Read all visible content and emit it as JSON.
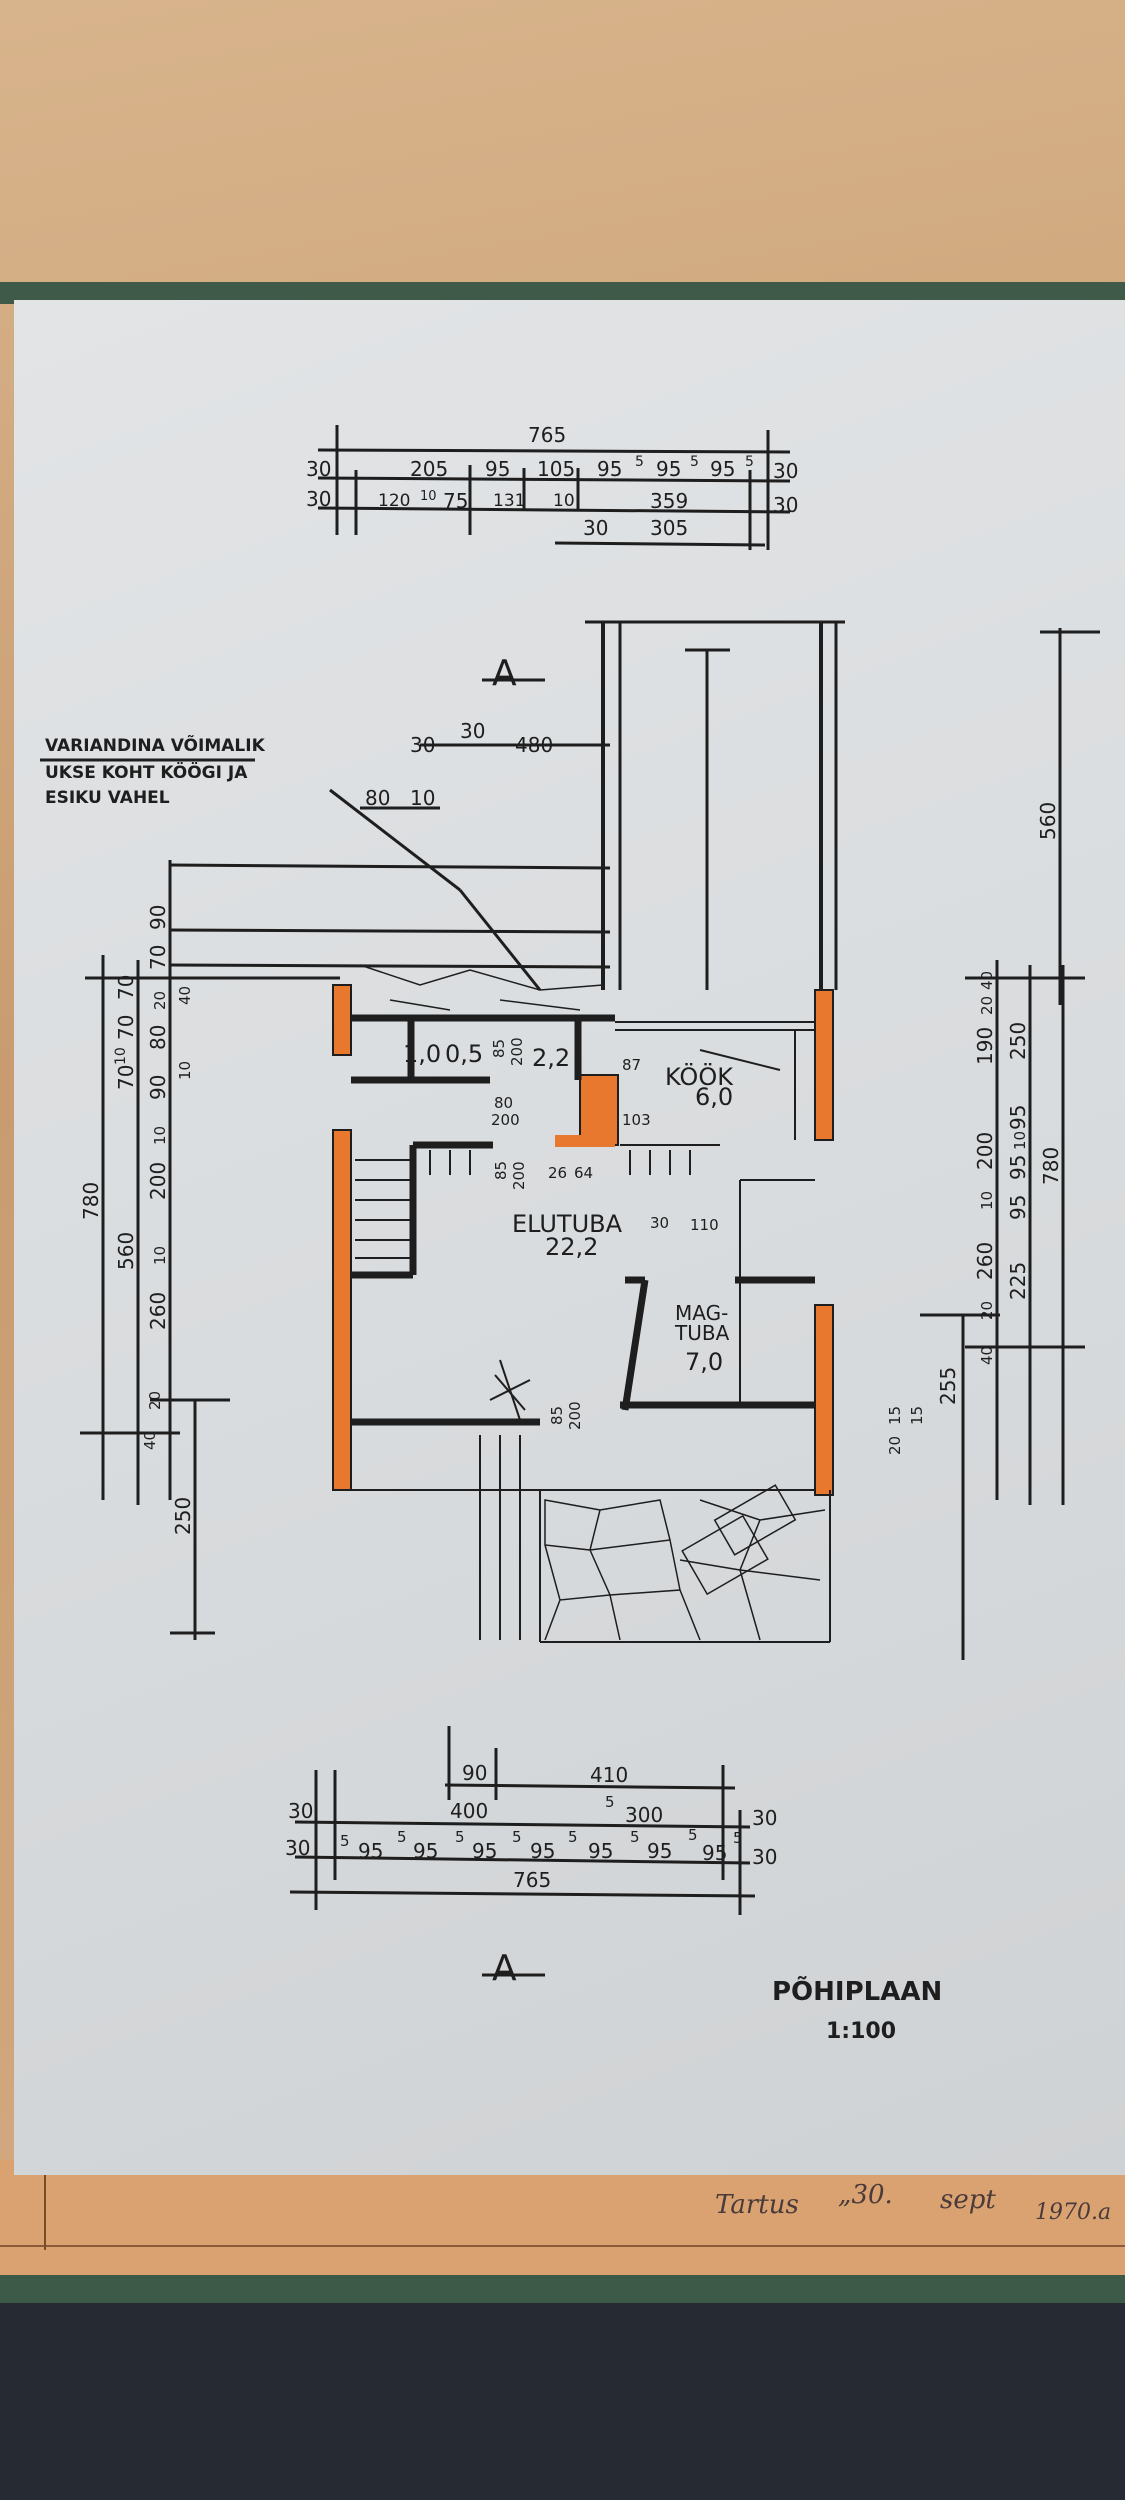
{
  "drawing": {
    "title": "PÕHIPLAAN",
    "scale": "1:100",
    "note_lines": [
      "VARIANDINA VÕIMALIK",
      "UKSE KOHT KÖÖGI JA",
      "ESIKU VAHEL"
    ],
    "section_marker": "A"
  },
  "card": {
    "place": "Tartus",
    "date_day": "„30.",
    "month": "sept",
    "year": "1970.a"
  },
  "rooms": [
    {
      "name": "",
      "area": "1,0"
    },
    {
      "name": "",
      "area": "0,5"
    },
    {
      "name": "",
      "area": "2,2"
    },
    {
      "name": "KÖÖK",
      "area": "6,0"
    },
    {
      "name": "ELUTUBA",
      "area": "22,2"
    },
    {
      "name": "MAG-",
      "name2": "TUBA",
      "area": "7,0"
    }
  ],
  "dims_top": {
    "total": "765",
    "row1": [
      "30",
      "205",
      "95",
      "105",
      "95",
      "5",
      "95",
      "5",
      "95",
      "5",
      "30"
    ],
    "row2": [
      "30",
      "120",
      "10",
      "75",
      "131",
      "10",
      "359",
      "30"
    ],
    "row3": [
      "30",
      "305"
    ]
  },
  "dims_upper": [
    "30",
    "30",
    "480",
    "80",
    "10"
  ],
  "dims_bottom": {
    "row1": [
      "90",
      "410"
    ],
    "row2": [
      "30",
      "400",
      "5",
      "300",
      "30"
    ],
    "row3": [
      "30",
      "5",
      "95",
      "5",
      "95",
      "5",
      "95",
      "5",
      "95",
      "5",
      "95",
      "5",
      "95",
      "5",
      "95",
      "5",
      "30"
    ],
    "total": "765"
  },
  "dims_left": {
    "outer": "780",
    "middle": [
      "70",
      "70",
      "10",
      "70",
      "560"
    ],
    "inner": [
      "90",
      "70",
      "20",
      "40",
      "80",
      "10",
      "90",
      "10",
      "200",
      "10",
      "260",
      "20",
      "40"
    ],
    "below": "250"
  },
  "dims_right": {
    "tall": "560",
    "inner": [
      "40",
      "20",
      "190",
      "200",
      "10",
      "260",
      "20",
      "40"
    ],
    "middle": [
      "250",
      "95",
      "10",
      "95",
      "95",
      "225"
    ],
    "outer": "780",
    "terrace": [
      "255",
      "15",
      "15",
      "20"
    ]
  },
  "dims_interior": [
    "85",
    "200",
    "87",
    "103",
    "80",
    "200",
    "85",
    "200",
    "26",
    "64",
    "30",
    "110",
    "85",
    "200"
  ],
  "colors": {
    "wall_fill": "#e8782e",
    "ink": "#1e1e1e",
    "paper": "#dcdfe1"
  }
}
